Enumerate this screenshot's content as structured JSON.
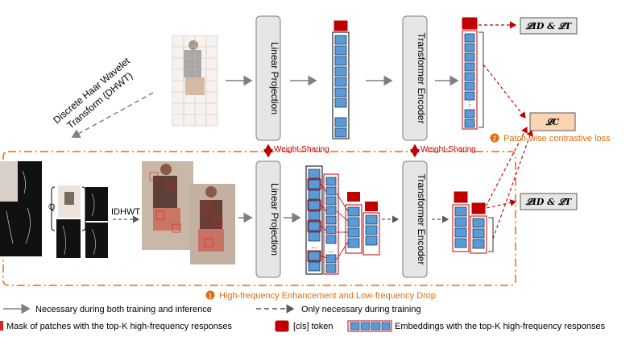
{
  "dhwt_label": [
    "Discrete Haar Wavelet",
    "Transform (DHWT)"
  ],
  "linear_projection": "Linear Projection",
  "transformer_encoder": "Transformer Encoder",
  "weight_sharing": "Weight-Sharing",
  "idhwt": "IDHWT",
  "q_symbol": "ℚ",
  "loss_id_t": "𝓛ID & 𝓛T",
  "loss_c": "𝓛C",
  "patch_contrastive": {
    "number": "2",
    "label": "Patch-wise contrastive loss"
  },
  "enhancement": {
    "number": "1",
    "label": "High-frequency Enhancement and Low-frequency Drop"
  },
  "dots": "...",
  "legend": {
    "solid": "Necessary during both training and inference",
    "dashed": "Only necessary during training",
    "mask": "Mask of patches with the top-K high-frequency responses",
    "cls": "[cls] token",
    "embed": "Embeddings with the top-K high-frequency responses"
  },
  "colors": {
    "orange": "#E36C0A",
    "red": "#C00000",
    "blue": "#4F81BD",
    "token_blue": "#5B9BD5",
    "loss_fill": "#FBD4B4",
    "box_gray": "#E6E6E6"
  }
}
